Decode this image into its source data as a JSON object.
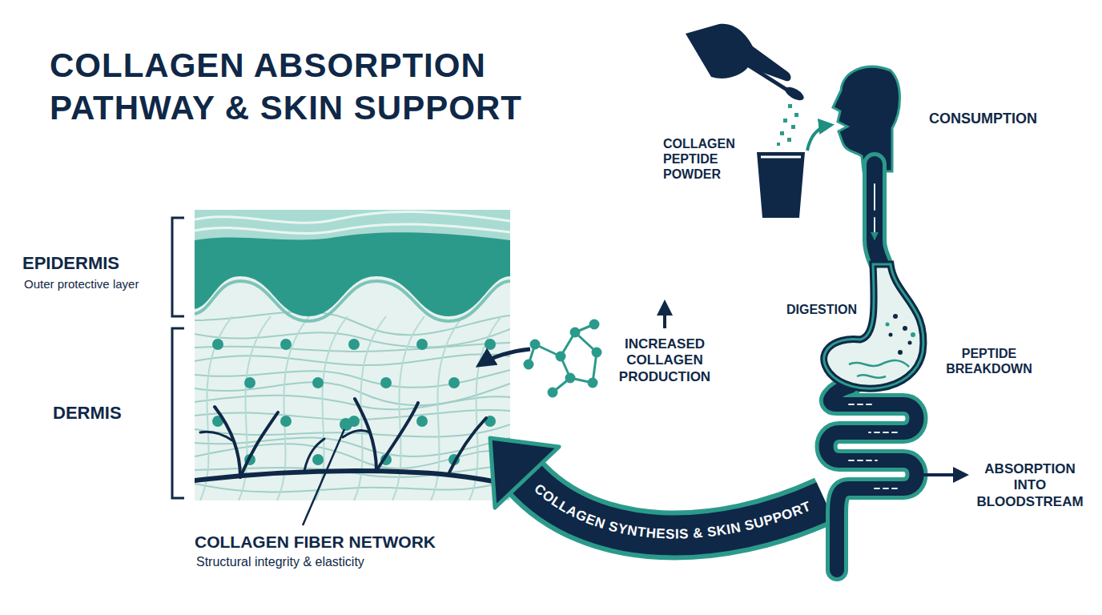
{
  "diagram": {
    "title": "COLLAGEN ABSORPTION PATHWAY & SKIN SUPPORT",
    "labels": [
      "COLLAGEN PEPTIDE POWDER",
      "CONSUMPTION",
      "EPIDERMIS",
      "Outer protective layer",
      "INCREASED COLLAGEN PRODUCTION",
      "DIGESTION",
      "PEPTIDE BREAKDOWN",
      "DERMIS",
      "COLLAGEN SYNTHESIS & SKIN SUPPORT",
      "ABSORPTION INTO BLOODSTREAM",
      "COLLAGEN FIBER NETWORK",
      "Structural integrity & elasticity"
    ]
  }
}
